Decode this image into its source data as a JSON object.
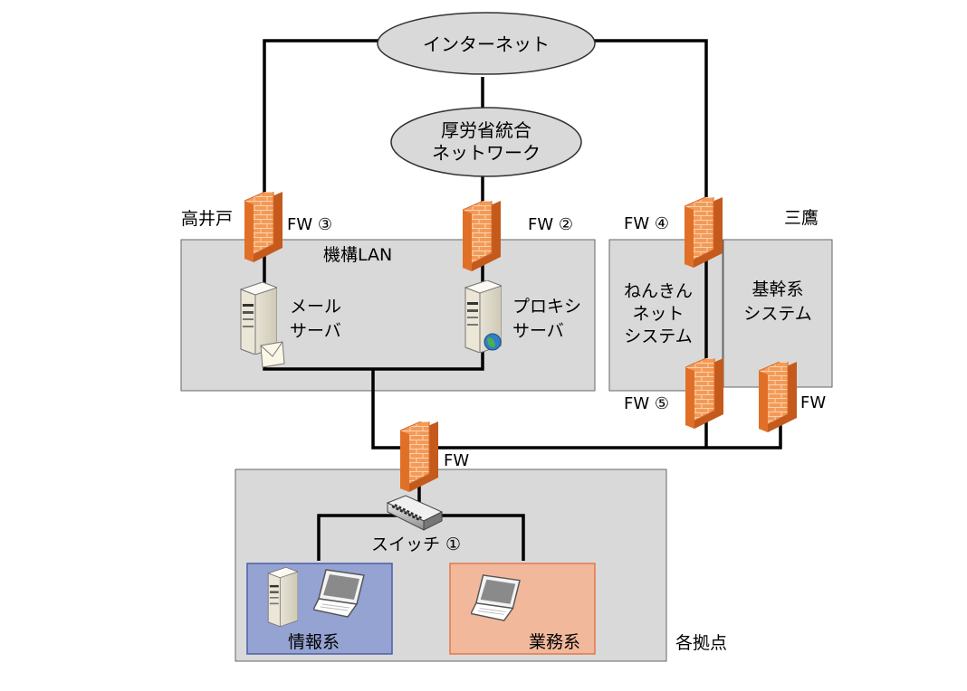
{
  "clouds": {
    "internet": "インターネット",
    "mhlw_line1": "厚労省統合",
    "mhlw_line2": "ネットワーク"
  },
  "sites": {
    "takaido": "高井戸",
    "mitaka": "三鷹",
    "branches": "各拠点"
  },
  "zones": {
    "kiko_lan": "機構LAN",
    "nenkin_line1": "ねんきん",
    "nenkin_line2": "ネット",
    "nenkin_line3": "システム",
    "kikan_line1": "基幹系",
    "kikan_line2": "システム",
    "joho": "情報系",
    "gyomu": "業務系"
  },
  "servers": {
    "mail_line1": "メール",
    "mail_line2": "サーバ",
    "proxy_line1": "プロキシ",
    "proxy_line2": "サーバ"
  },
  "firewalls": {
    "fw3": "FW ③",
    "fw2": "FW ②",
    "fw4": "FW ④",
    "fw5": "FW ⑤",
    "fw_kikan": "FW",
    "fw_branch": "FW"
  },
  "switch": {
    "label": "スイッチ ①"
  },
  "colors": {
    "zone_gray": "#d9d9d9",
    "joho_blue": "#95a3d3",
    "gyomu_orange": "#f2b89c",
    "firewall_orange": "#f07d35",
    "cloud_gray": "#d9d9d9"
  }
}
